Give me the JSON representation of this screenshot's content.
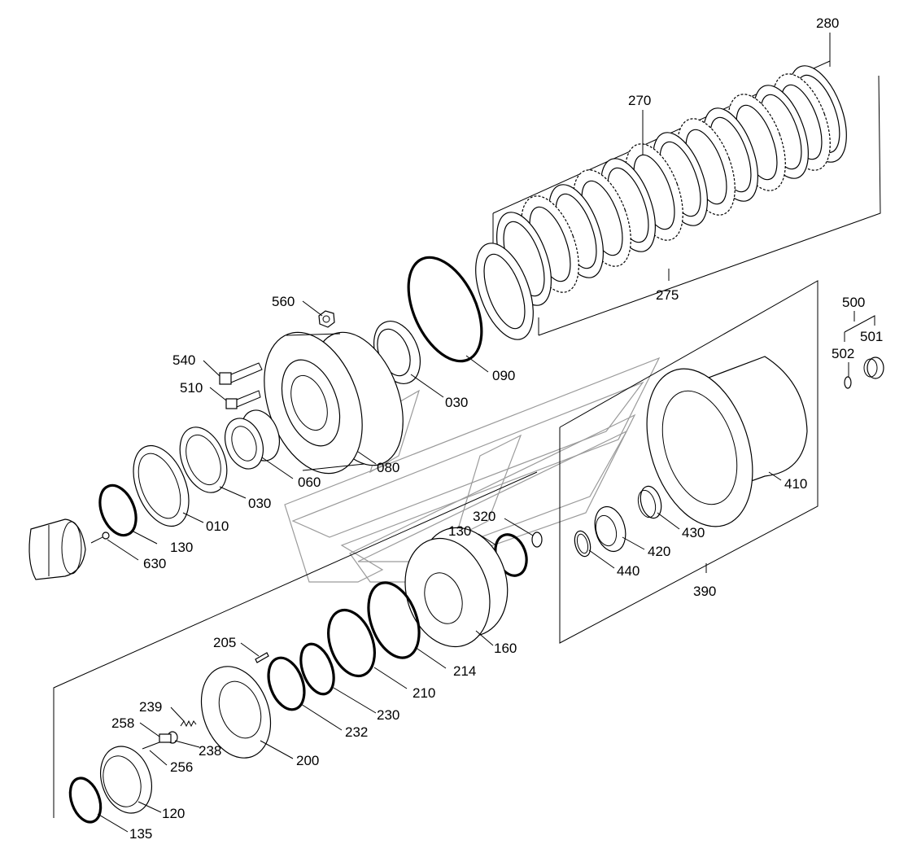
{
  "diagram": {
    "labels": [
      {
        "id": "280",
        "text": "280"
      },
      {
        "id": "270",
        "text": "270"
      },
      {
        "id": "275",
        "text": "275"
      },
      {
        "id": "560",
        "text": "560"
      },
      {
        "id": "540",
        "text": "540"
      },
      {
        "id": "510",
        "text": "510"
      },
      {
        "id": "090",
        "text": "090"
      },
      {
        "id": "030a",
        "text": "030"
      },
      {
        "id": "080",
        "text": "080"
      },
      {
        "id": "060",
        "text": "060"
      },
      {
        "id": "030b",
        "text": "030"
      },
      {
        "id": "010",
        "text": "010"
      },
      {
        "id": "130a",
        "text": "130"
      },
      {
        "id": "630",
        "text": "630"
      },
      {
        "id": "500",
        "text": "500"
      },
      {
        "id": "501",
        "text": "501"
      },
      {
        "id": "502",
        "text": "502"
      },
      {
        "id": "410",
        "text": "410"
      },
      {
        "id": "320",
        "text": "320"
      },
      {
        "id": "130b",
        "text": "130"
      },
      {
        "id": "430",
        "text": "430"
      },
      {
        "id": "420",
        "text": "420"
      },
      {
        "id": "440",
        "text": "440"
      },
      {
        "id": "390",
        "text": "390"
      },
      {
        "id": "160",
        "text": "160"
      },
      {
        "id": "214",
        "text": "214"
      },
      {
        "id": "210",
        "text": "210"
      },
      {
        "id": "205",
        "text": "205"
      },
      {
        "id": "230",
        "text": "230"
      },
      {
        "id": "232",
        "text": "232"
      },
      {
        "id": "239",
        "text": "239"
      },
      {
        "id": "258",
        "text": "258"
      },
      {
        "id": "238",
        "text": "238"
      },
      {
        "id": "256",
        "text": "256"
      },
      {
        "id": "200",
        "text": "200"
      },
      {
        "id": "120",
        "text": "120"
      },
      {
        "id": "135",
        "text": "135"
      }
    ]
  }
}
